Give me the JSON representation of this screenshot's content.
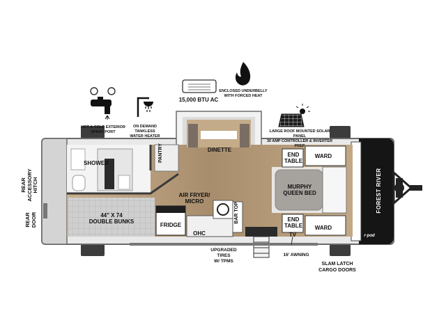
{
  "brand": "FOREST RIVER",
  "model_badge": "r·pod",
  "rooms": {
    "shower": "SHOWER",
    "pantry": "PANTRY",
    "dinette": "DINETTE",
    "air_fryer_micro": "AIR FRYER/\nMICRO",
    "murphy_queen_bed": "MURPHY\nQUEEN BED",
    "end_table_top": "END\nTABLE",
    "end_table_bottom": "END\nTABLE",
    "ward_top": "WARD",
    "ward_bottom": "WARD",
    "bunks": "44\" X 74\nDOUBLE BUNKS",
    "fridge": "FRIDGE",
    "ohc": "OHC",
    "bar_top": "BAR TOP",
    "tv": "TV"
  },
  "features": {
    "spray_port": "HOT & COLD EXTERIOR\nSPRAY PORT",
    "water_heater": "ON DEMAND\nTANKLESS\nWATER HEATER",
    "ac": "15,000 BTU AC",
    "underbelly": "ENCLOSED UNDERBELLY\nWITH FORCED HEAT",
    "solar": "LARGE ROOF MOUNTED SOLAR PANEL\n30 AMP CONTROLLER & INVERTER PREP",
    "tires": "UPGRADED TIRES\nW/ TPMS",
    "awning": "16' AWNING",
    "cargo_doors": "SLAM LATCH\nCARGO DOORS",
    "rear_hitch": "REAR\nACCESSORY\nHITCH",
    "rear_door": "REAR\nDOOR"
  },
  "icons": [
    "spray-port-icon",
    "water-heater-icon",
    "ac-unit-icon",
    "flame-icon",
    "solar-panel-icon"
  ],
  "colors": {
    "floor_wood": "#b59a7a",
    "wall_dark": "#3a3a3a",
    "tile": "#c9c9c9",
    "bed": "#9c9894",
    "label": "#111111"
  }
}
